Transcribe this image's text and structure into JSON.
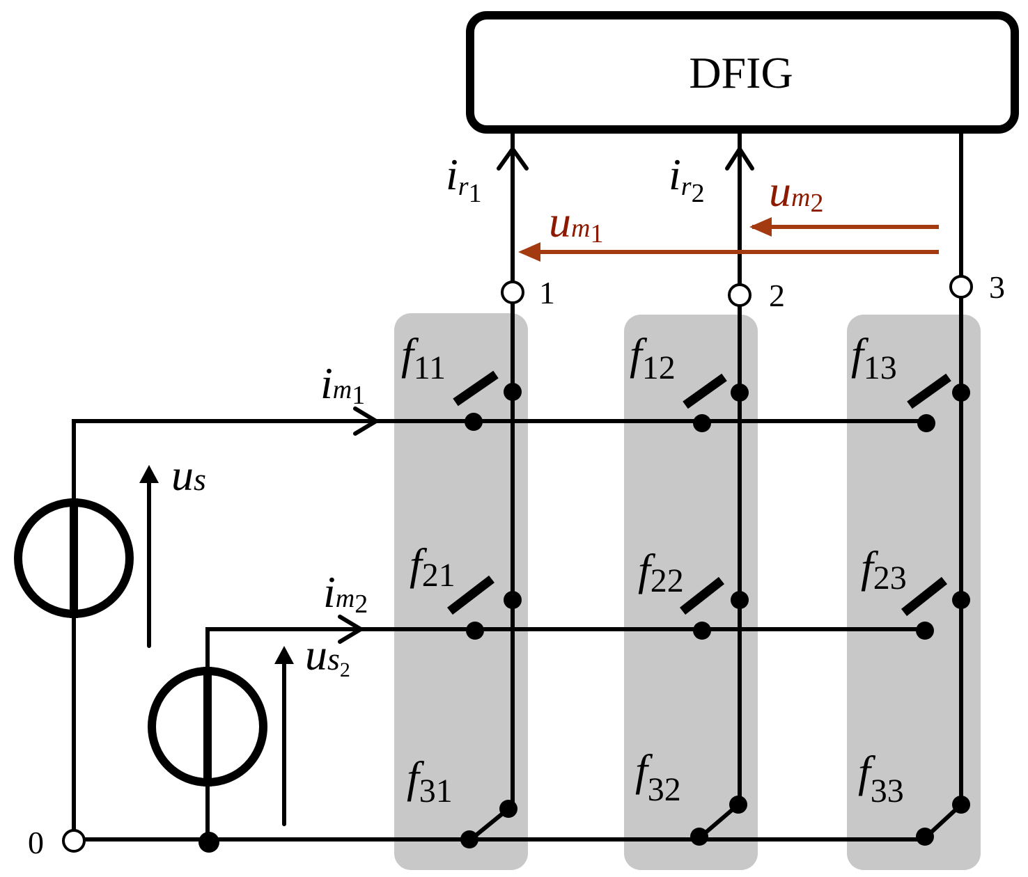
{
  "dfig_label": "DFIG",
  "nodes": {
    "n0": "0",
    "n1": "1",
    "n2": "2",
    "n3": "3"
  },
  "currents": {
    "ir1": {
      "base": "i",
      "sub1": "r",
      "sub2": "1"
    },
    "ir2": {
      "base": "i",
      "sub1": "r",
      "sub2": "2"
    },
    "im1": {
      "base": "i",
      "sub1": "m",
      "sub2": "1"
    },
    "im2": {
      "base": "i",
      "sub1": "m",
      "sub2": "2"
    }
  },
  "voltages": {
    "um1": {
      "base": "u",
      "sub1": "m",
      "sub2": "1"
    },
    "um2": {
      "base": "u",
      "sub1": "m",
      "sub2": "2"
    },
    "us": {
      "base": "u",
      "sub1": "s"
    },
    "us2": {
      "base": "u",
      "sub1": "s",
      "sub2": "2"
    }
  },
  "switches": {
    "f11": {
      "base": "f",
      "sub": "11"
    },
    "f12": {
      "base": "f",
      "sub": "12"
    },
    "f13": {
      "base": "f",
      "sub": "13"
    },
    "f21": {
      "base": "f",
      "sub": "21"
    },
    "f22": {
      "base": "f",
      "sub": "22"
    },
    "f23": {
      "base": "f",
      "sub": "23"
    },
    "f31": {
      "base": "f",
      "sub": "31"
    },
    "f32": {
      "base": "f",
      "sub": "32"
    },
    "f33": {
      "base": "f",
      "sub": "33"
    }
  },
  "colors": {
    "wire": "#000000",
    "band": "#c8c8c8",
    "voltage_label": "#8b1a00",
    "voltage_arrow": "#a33a10"
  }
}
